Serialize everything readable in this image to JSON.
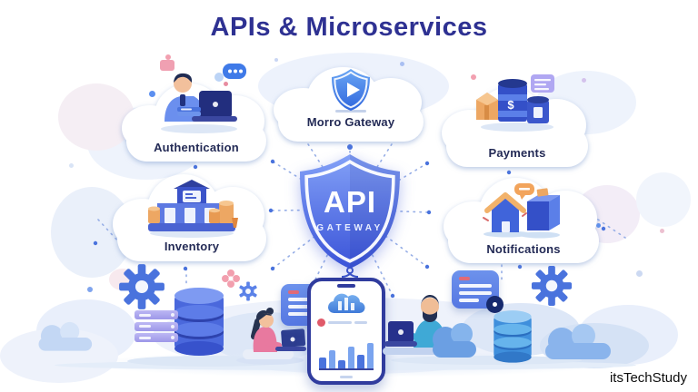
{
  "title": "APIs & Microservices",
  "watermark": "itsTechStudy",
  "gateway": {
    "name": "API",
    "subtitle": "GATEWAY",
    "icon": "shield-icon"
  },
  "nodes": [
    {
      "id": "authentication",
      "label": "Authentication",
      "icon": "developer-laptop-icon"
    },
    {
      "id": "morro-gateway",
      "label": "Morro Gateway",
      "icon": "shield-play-icon"
    },
    {
      "id": "payments",
      "label": "Payments",
      "icon": "cargo-money-icon",
      "symbol": "$"
    },
    {
      "id": "inventory",
      "label": "Inventory",
      "icon": "warehouse-icon"
    },
    {
      "id": "notifications",
      "label": "Notifications",
      "icon": "home-parcel-alert-icon"
    }
  ],
  "decorations": {
    "icons": [
      "gear-icon",
      "database-icon",
      "server-rack-icon",
      "smartphone-chart-icon",
      "woman-laptop-icon",
      "man-laptop-icon",
      "document-card-icon",
      "cloud-icon",
      "flower-icon",
      "chat-bubble-icon",
      "envelope-icon",
      "lock-pendant-icon"
    ]
  },
  "colors": {
    "title_text": "#2e3192",
    "label_text": "#242b56",
    "shield_blue_top": "#83a1f7",
    "shield_blue_bottom": "#3a53d8",
    "ray_blue": "#96aee6",
    "dot_blue": "#4a73dd",
    "orange_accent": "#eda763",
    "pink_accent": "#e8799f",
    "teal_accent": "#3fa9d6",
    "purple_accent": "#a9a3ec"
  }
}
